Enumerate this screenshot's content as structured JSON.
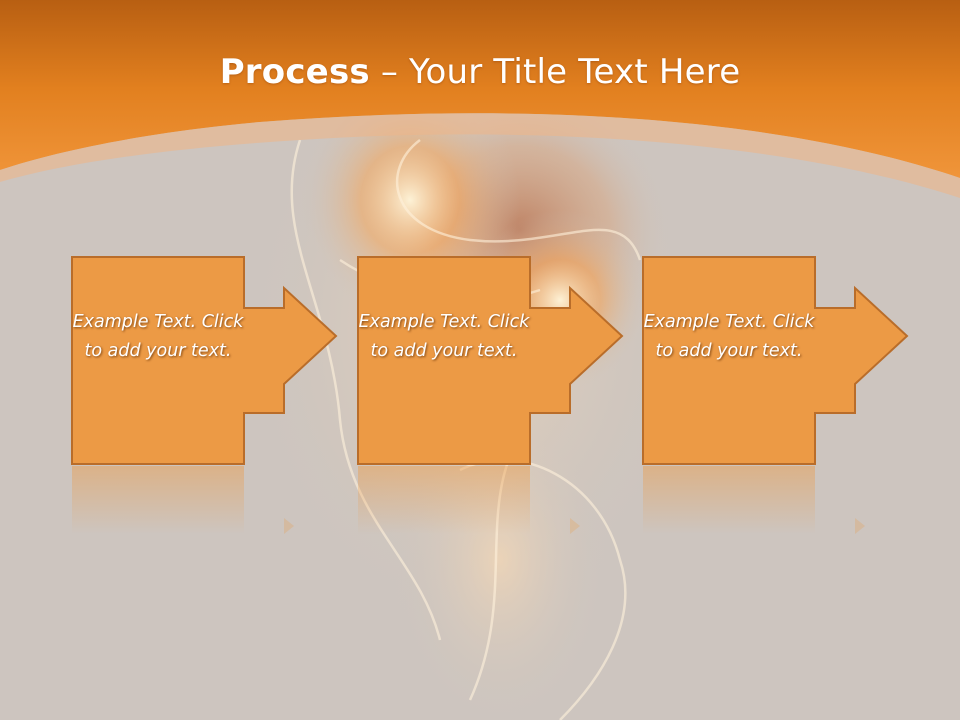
{
  "slide": {
    "title_bold": "Process",
    "title_rest": " – Your Title Text Here"
  },
  "steps": [
    {
      "text": "Example Text. Click to add your text."
    },
    {
      "text": "Example Text. Click to add your text."
    },
    {
      "text": "Example Text. Click to add your text."
    }
  ],
  "colors": {
    "header_orange": "#e8892a",
    "shape_fill": "#ec9a45",
    "shape_border": "#b96d2a",
    "background": "#cdc5bf"
  }
}
